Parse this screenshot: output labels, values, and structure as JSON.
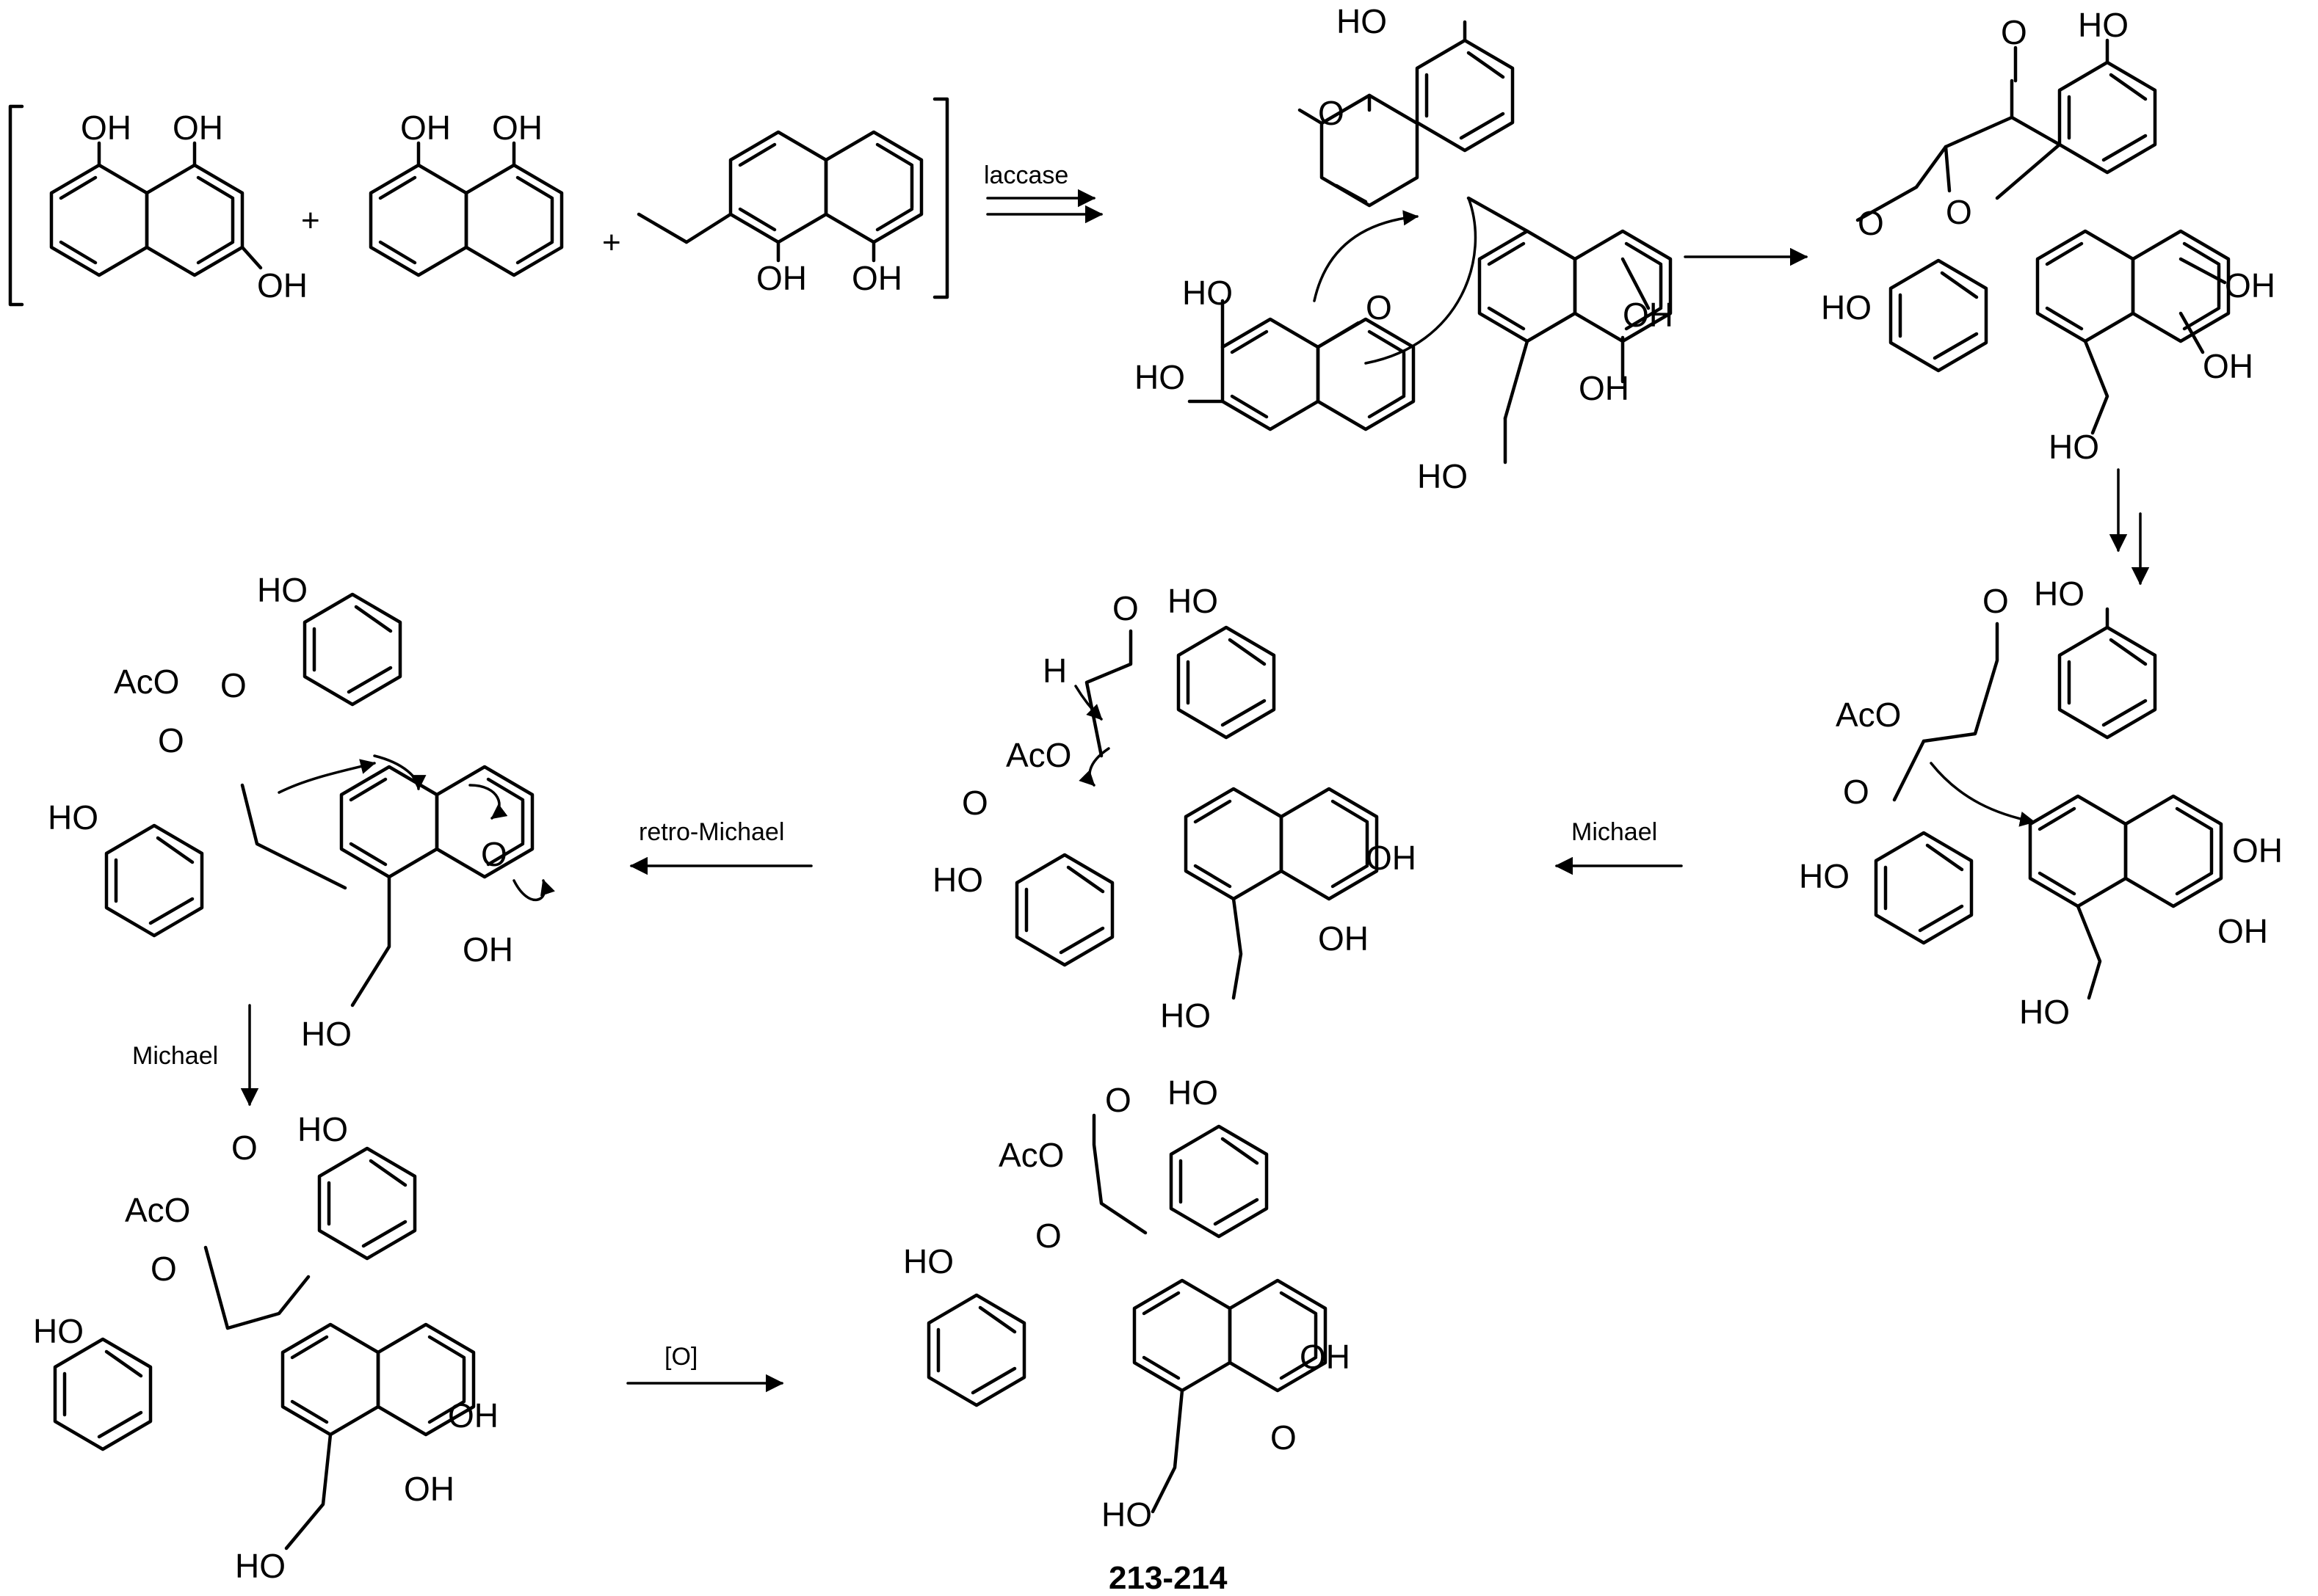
{
  "scheme": {
    "reaction_conditions": {
      "laccase": "laccase",
      "retro_michael": "retro-Michael",
      "michael_top": "Michael",
      "michael_left": "Michael",
      "oxidation": "[O]"
    },
    "operators": {
      "plus": "+"
    },
    "compound_label": "213-214",
    "atom_labels": {
      "oh": "OH",
      "ho": "HO",
      "o": "O",
      "aco": "AcO",
      "h": "H"
    }
  }
}
